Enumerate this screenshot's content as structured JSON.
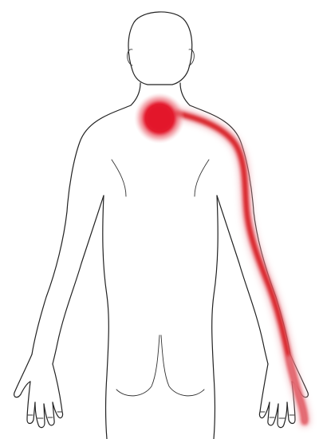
{
  "figure": {
    "view": "posterior",
    "colors": {
      "pain_focus": "#e3182a",
      "referred_pain": "#d6151f",
      "outline": "#222222",
      "background": "#ffffff"
    },
    "regions": [
      {
        "name": "neck-base",
        "kind": "focal-point"
      },
      {
        "name": "right-shoulder-arm-hand",
        "kind": "radiating-line"
      }
    ]
  }
}
